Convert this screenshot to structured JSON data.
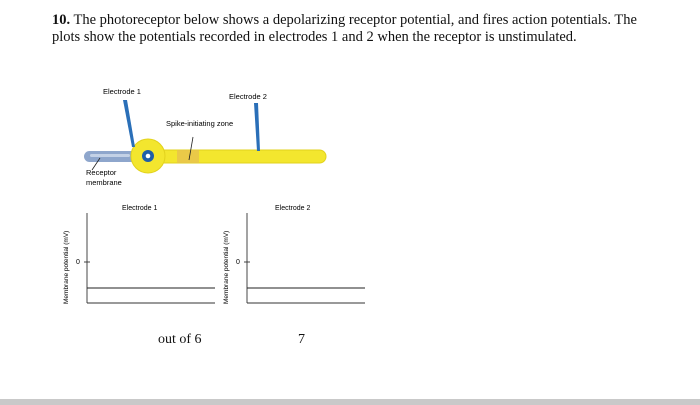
{
  "question": {
    "number": "10.",
    "text": "The photoreceptor below shows a depolarizing receptor potential, and fires action potentials. The plots show the potentials recorded in electrodes 1 and 2 when the receptor is unstimulated."
  },
  "diagram": {
    "electrode1_label": "Electrode 1",
    "electrode2_label": "Electrode 2",
    "spike_zone_label": "Spike-initiating zone",
    "receptor_label_line1": "Receptor",
    "receptor_label_line2": "membrane",
    "colors": {
      "axon": "#f3e62e",
      "receptor": "#8ea6cc",
      "electrode": "#2a6fb8",
      "nucleus": "#1f5ea8"
    }
  },
  "plots": [
    {
      "title": "Electrode 1",
      "ylabel": "Membrane potential (mV)",
      "zero_label": "0"
    },
    {
      "title": "Electrode 2",
      "ylabel": "Membrane potential (mV)",
      "zero_label": "0"
    }
  ],
  "footer": {
    "left": "out of 6",
    "right": "7"
  }
}
